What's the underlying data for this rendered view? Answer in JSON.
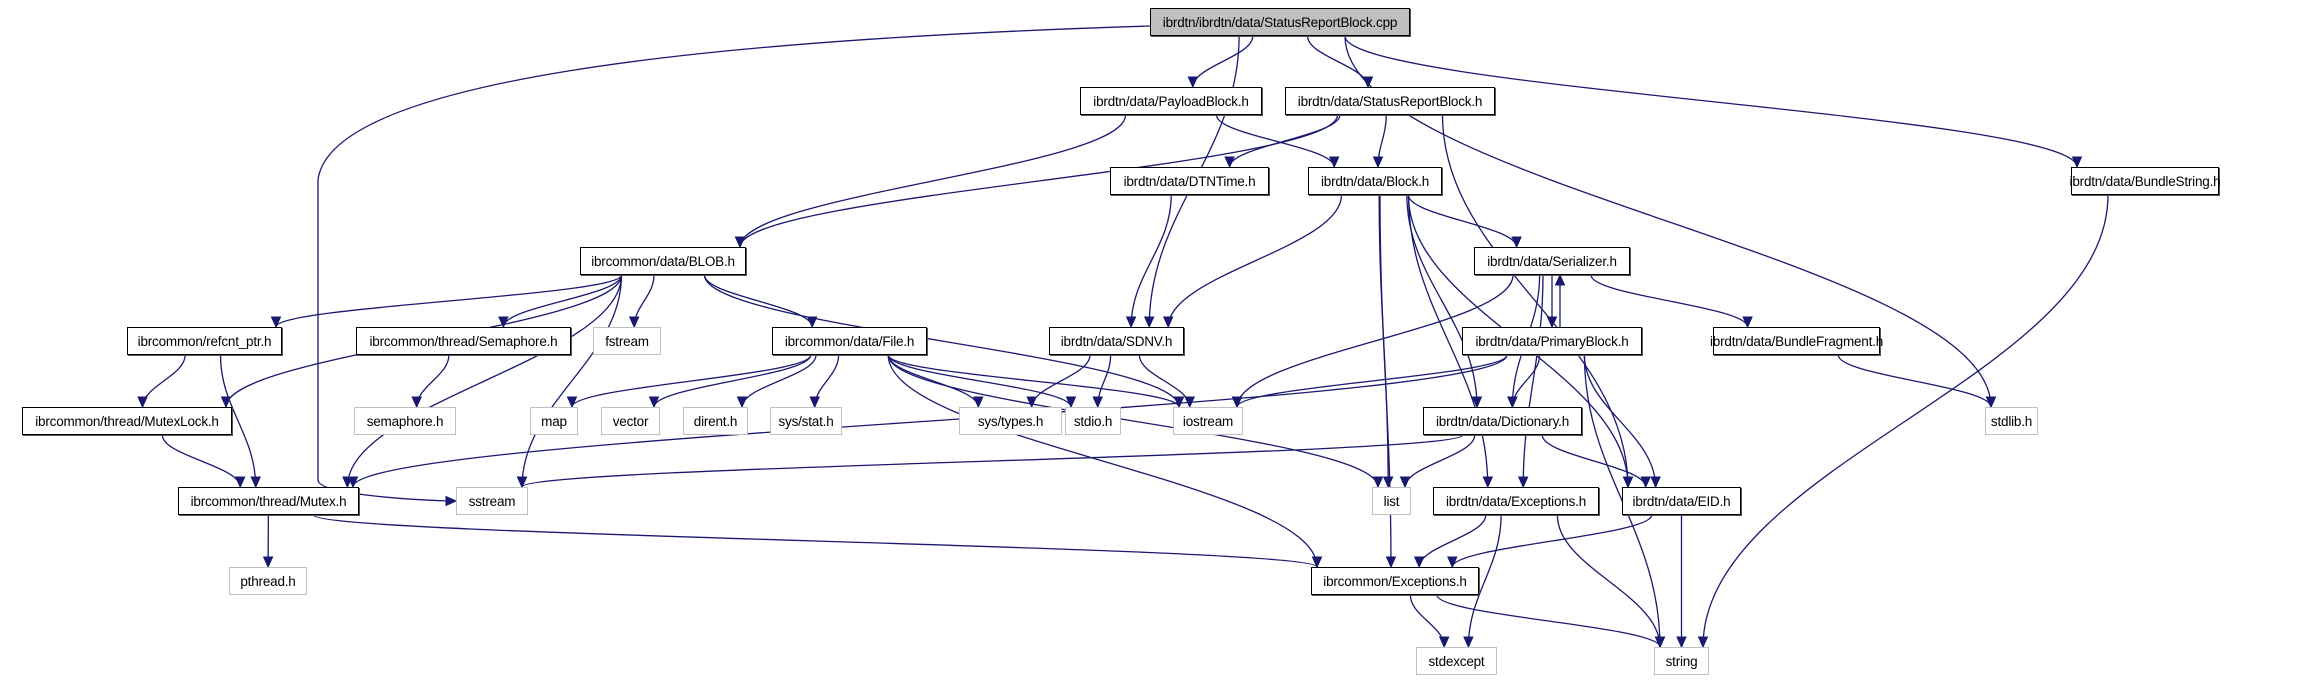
{
  "title": "Include dependency graph for StatusReportBlock.cpp",
  "colors": {
    "edge": "#191970",
    "root_fill": "#bfbfbf",
    "internal_border": "#000000",
    "external_border": "#bfbfbf"
  },
  "nodes": [
    {
      "id": "root",
      "label": "ibrdtn/ibrdtn/data/StatusReportBlock.cpp",
      "kind": "root"
    },
    {
      "id": "payloadblock",
      "label": "ibrdtn/data/PayloadBlock.h",
      "kind": "internal"
    },
    {
      "id": "statusreportblock_h",
      "label": "ibrdtn/data/StatusReportBlock.h",
      "kind": "internal"
    },
    {
      "id": "bundlestring",
      "label": "ibrdtn/data/BundleString.h",
      "kind": "internal"
    },
    {
      "id": "dtntime",
      "label": "ibrdtn/data/DTNTime.h",
      "kind": "internal"
    },
    {
      "id": "block",
      "label": "ibrdtn/data/Block.h",
      "kind": "internal"
    },
    {
      "id": "blob",
      "label": "ibrcommon/data/BLOB.h",
      "kind": "internal"
    },
    {
      "id": "serializer",
      "label": "ibrdtn/data/Serializer.h",
      "kind": "internal"
    },
    {
      "id": "refcnt",
      "label": "ibrcommon/refcnt_ptr.h",
      "kind": "internal"
    },
    {
      "id": "semaphore_h",
      "label": "ibrcommon/thread/Semaphore.h",
      "kind": "internal"
    },
    {
      "id": "fstream",
      "label": "fstream",
      "kind": "external"
    },
    {
      "id": "file",
      "label": "ibrcommon/data/File.h",
      "kind": "internal"
    },
    {
      "id": "sdnv",
      "label": "ibrdtn/data/SDNV.h",
      "kind": "internal"
    },
    {
      "id": "primaryblock",
      "label": "ibrdtn/data/PrimaryBlock.h",
      "kind": "internal"
    },
    {
      "id": "bundlefragment",
      "label": "ibrdtn/data/BundleFragment.h",
      "kind": "internal"
    },
    {
      "id": "mutexlock",
      "label": "ibrcommon/thread/MutexLock.h",
      "kind": "internal"
    },
    {
      "id": "semaphore_sys",
      "label": "semaphore.h",
      "kind": "external"
    },
    {
      "id": "map",
      "label": "map",
      "kind": "external"
    },
    {
      "id": "vector",
      "label": "vector",
      "kind": "external"
    },
    {
      "id": "dirent",
      "label": "dirent.h",
      "kind": "external"
    },
    {
      "id": "sysstat",
      "label": "sys/stat.h",
      "kind": "external"
    },
    {
      "id": "systypes",
      "label": "sys/types.h",
      "kind": "external"
    },
    {
      "id": "stdio",
      "label": "stdio.h",
      "kind": "external"
    },
    {
      "id": "iostream",
      "label": "iostream",
      "kind": "external"
    },
    {
      "id": "dictionary",
      "label": "ibrdtn/data/Dictionary.h",
      "kind": "internal"
    },
    {
      "id": "stdlib",
      "label": "stdlib.h",
      "kind": "external"
    },
    {
      "id": "mutex",
      "label": "ibrcommon/thread/Mutex.h",
      "kind": "internal"
    },
    {
      "id": "sstream",
      "label": "sstream",
      "kind": "external"
    },
    {
      "id": "list",
      "label": "list",
      "kind": "external"
    },
    {
      "id": "dtnexceptions",
      "label": "ibrdtn/data/Exceptions.h",
      "kind": "internal"
    },
    {
      "id": "eid",
      "label": "ibrdtn/data/EID.h",
      "kind": "internal"
    },
    {
      "id": "pthread",
      "label": "pthread.h",
      "kind": "external"
    },
    {
      "id": "commonexceptions",
      "label": "ibrcommon/Exceptions.h",
      "kind": "internal"
    },
    {
      "id": "stdexcept",
      "label": "stdexcept",
      "kind": "external"
    },
    {
      "id": "string",
      "label": "string",
      "kind": "external"
    }
  ],
  "edges": [
    [
      "root",
      "payloadblock"
    ],
    [
      "root",
      "statusreportblock_h"
    ],
    [
      "root",
      "bundlestring"
    ],
    [
      "root",
      "sdnv"
    ],
    [
      "root",
      "sstream"
    ],
    [
      "root",
      "stdlib"
    ],
    [
      "payloadblock",
      "block"
    ],
    [
      "payloadblock",
      "blob"
    ],
    [
      "statusreportblock_h",
      "block"
    ],
    [
      "statusreportblock_h",
      "dtntime"
    ],
    [
      "statusreportblock_h",
      "blob"
    ],
    [
      "statusreportblock_h",
      "eid"
    ],
    [
      "bundlestring",
      "string"
    ],
    [
      "dtntime",
      "sdnv"
    ],
    [
      "block",
      "sdnv"
    ],
    [
      "block",
      "serializer"
    ],
    [
      "block",
      "list"
    ],
    [
      "block",
      "commonexceptions"
    ],
    [
      "block",
      "dictionary"
    ],
    [
      "block",
      "eid"
    ],
    [
      "block",
      "dtnexceptions"
    ],
    [
      "blob",
      "refcnt"
    ],
    [
      "blob",
      "semaphore_h"
    ],
    [
      "blob",
      "fstream"
    ],
    [
      "blob",
      "file"
    ],
    [
      "blob",
      "iostream"
    ],
    [
      "blob",
      "sstream"
    ],
    [
      "blob",
      "mutexlock"
    ],
    [
      "blob",
      "mutex"
    ],
    [
      "serializer",
      "primaryblock"
    ],
    [
      "serializer",
      "bundlefragment"
    ],
    [
      "serializer",
      "iostream"
    ],
    [
      "serializer",
      "dictionary"
    ],
    [
      "serializer",
      "dtnexceptions"
    ],
    [
      "primaryblock",
      "serializer"
    ],
    [
      "primaryblock",
      "iostream"
    ],
    [
      "primaryblock",
      "dictionary"
    ],
    [
      "primaryblock",
      "eid"
    ],
    [
      "primaryblock",
      "string"
    ],
    [
      "primaryblock",
      "mutex"
    ],
    [
      "refcnt",
      "mutexlock"
    ],
    [
      "refcnt",
      "mutex"
    ],
    [
      "semaphore_h",
      "semaphore_sys"
    ],
    [
      "file",
      "map"
    ],
    [
      "file",
      "vector"
    ],
    [
      "file",
      "dirent"
    ],
    [
      "file",
      "sysstat"
    ],
    [
      "file",
      "systypes"
    ],
    [
      "file",
      "stdio"
    ],
    [
      "file",
      "iostream"
    ],
    [
      "file",
      "list"
    ],
    [
      "file",
      "commonexceptions"
    ],
    [
      "sdnv",
      "systypes"
    ],
    [
      "sdnv",
      "stdio"
    ],
    [
      "sdnv",
      "iostream"
    ],
    [
      "bundlefragment",
      "stdlib"
    ],
    [
      "mutexlock",
      "mutex"
    ],
    [
      "dictionary",
      "list"
    ],
    [
      "dictionary",
      "eid"
    ],
    [
      "dictionary",
      "sstream"
    ],
    [
      "mutex",
      "pthread"
    ],
    [
      "mutex",
      "commonexceptions"
    ],
    [
      "dtnexceptions",
      "commonexceptions"
    ],
    [
      "dtnexceptions",
      "stdexcept"
    ],
    [
      "dtnexceptions",
      "string"
    ],
    [
      "eid",
      "commonexceptions"
    ],
    [
      "eid",
      "string"
    ],
    [
      "commonexceptions",
      "stdexcept"
    ],
    [
      "commonexceptions",
      "string"
    ]
  ]
}
